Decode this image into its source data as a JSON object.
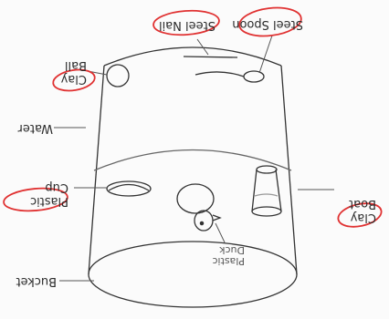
{
  "labels": {
    "steel_spoon": "Steel Spoon",
    "steel_nail": "Steel Nail",
    "clay_ball_line1": "Clay",
    "clay_ball_line2": "Ball",
    "water": "Water",
    "plastic_cup_line1": "Plastic",
    "plastic_cup_line2": "Cup",
    "clay_boat_line1": "Clay",
    "clay_boat_line2": "Boat",
    "plastic_duck_line1": "Plastic",
    "plastic_duck_line2": "Duck",
    "bucket": "Bucket"
  },
  "colors": {
    "ink": "#333333",
    "circle": "#e03131"
  },
  "orientation": "rotated-180"
}
